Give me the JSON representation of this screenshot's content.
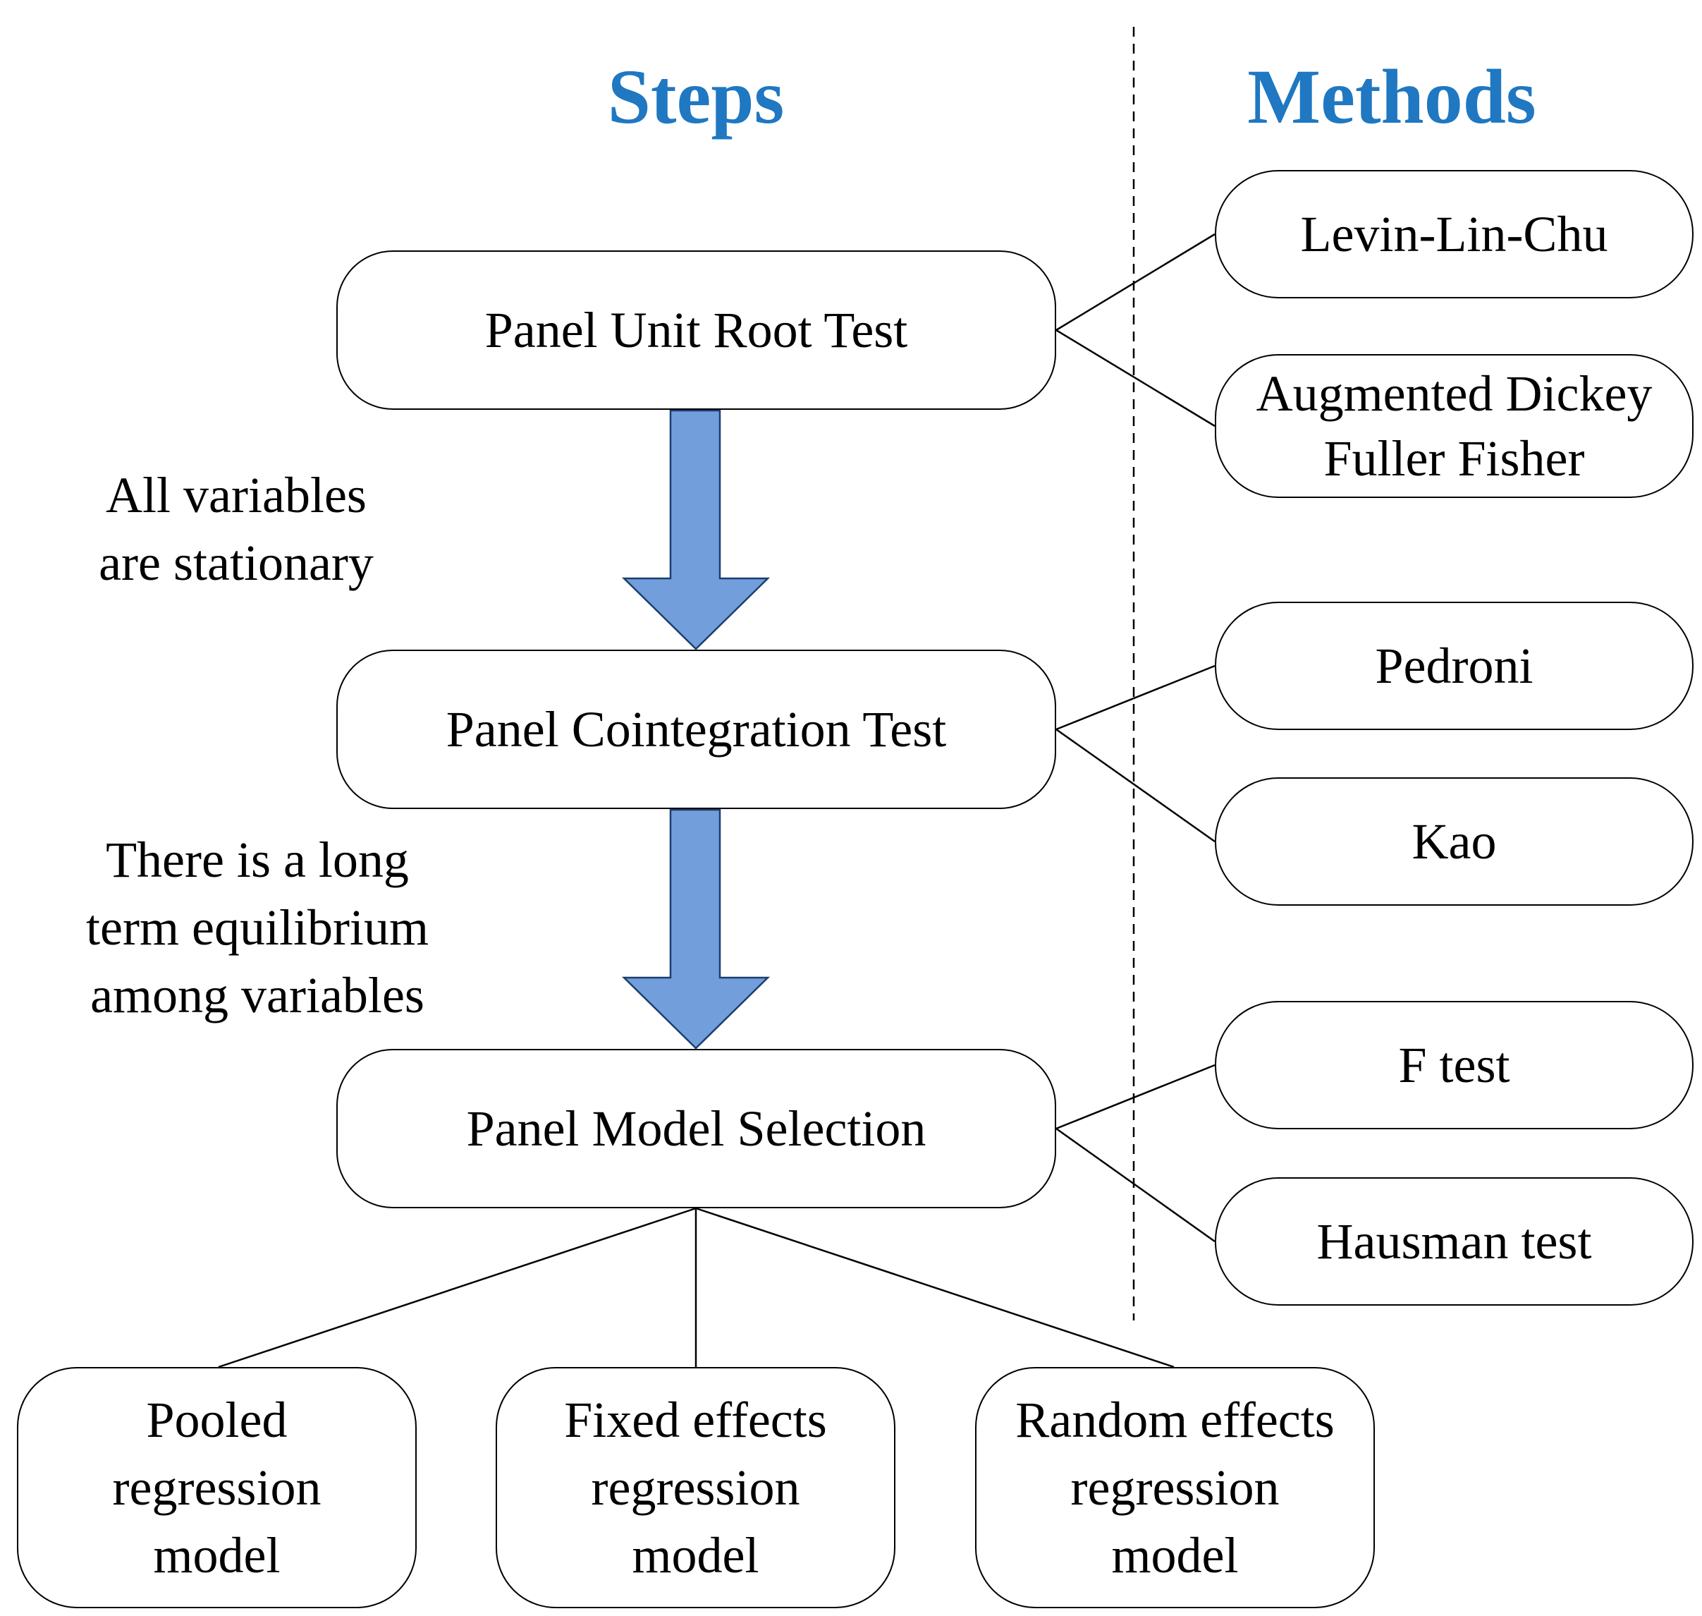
{
  "colors": {
    "header": "#1f78c1",
    "arrow_fill": "#729fdb",
    "arrow_stroke": "#1a3f6e",
    "line": "#000000"
  },
  "headers": {
    "steps": "Steps",
    "methods": "Methods"
  },
  "steps": [
    {
      "label": "Panel Unit Root Test"
    },
    {
      "label": "Panel Cointegration Test"
    },
    {
      "label": "Panel Model Selection"
    }
  ],
  "methods": [
    {
      "label": "Levin-Lin-Chu"
    },
    {
      "label": "Augmented Dickey\nFuller Fisher"
    },
    {
      "label": "Pedroni"
    },
    {
      "label": "Kao"
    },
    {
      "label": "F test"
    },
    {
      "label": "Hausman test"
    }
  ],
  "transitions": [
    {
      "label": "All variables\nare  stationary"
    },
    {
      "label": "There is a long\nterm equilibrium\namong variables"
    }
  ],
  "models": [
    {
      "label": "Pooled\nregression\nmodel"
    },
    {
      "label": "Fixed effects\nregression\nmodel"
    },
    {
      "label": "Random effects\nregression\nmodel"
    }
  ]
}
